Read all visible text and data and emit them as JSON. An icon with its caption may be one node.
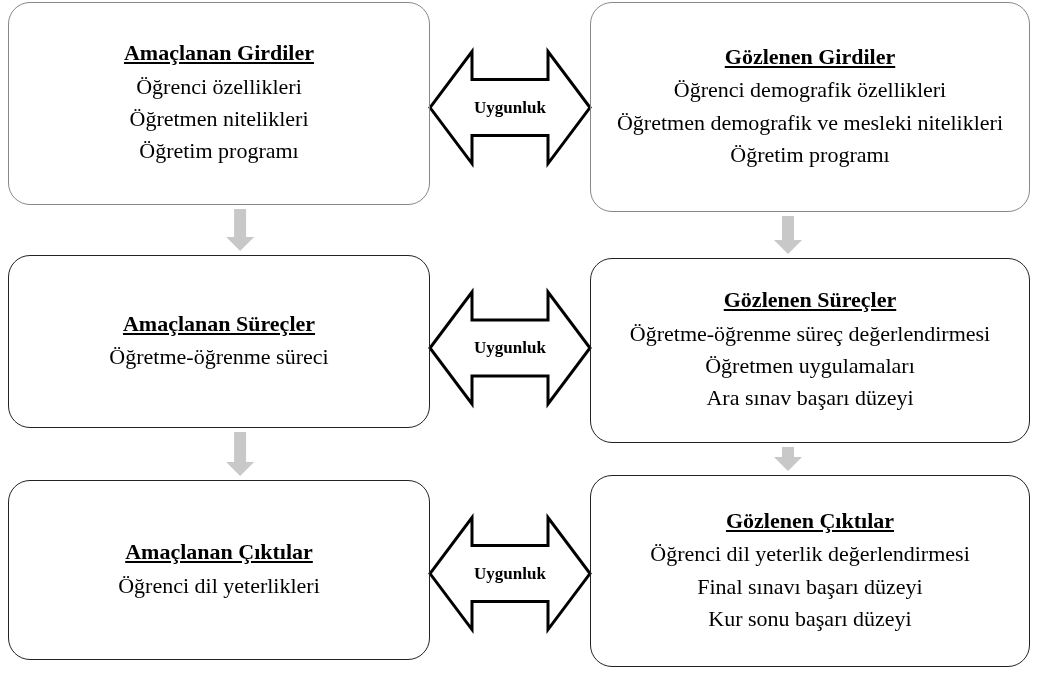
{
  "diagram": {
    "nodes": [
      {
        "text": [
          "Amaçlanan Girdiler",
          "Öğrenci özellikleri",
          "Öğretmen nitelikleri",
          "Öğretim programı"
        ]
      },
      {
        "text": [
          "Gözlenen Girdiler",
          "Öğrenci demografik özellikleri",
          "Öğretmen demografik ve mesleki nitelikleri",
          "Öğretim programı"
        ]
      },
      {
        "text": [
          "Amaçlanan Süreçler",
          "Öğretme-öğrenme süreci"
        ]
      },
      {
        "text": [
          "Gözlenen Süreçler",
          "Öğretme-öğrenme süreç değerlendirmesi",
          "Öğretmen uygulamaları",
          "Ara sınav başarı düzeyi"
        ]
      },
      {
        "text": [
          "Amaçlanan Çıktılar",
          "Öğrenci dil yeterlikleri"
        ]
      },
      {
        "text": [
          "Gözlenen Çıktılar",
          "Öğrenci dil yeterlik değerlendirmesi",
          "Final sınavı başarı düzeyi",
          "Kur sonu başarı düzeyi"
        ]
      }
    ],
    "edges": [
      {
        "from": 0,
        "to": 1,
        "arrow": "both",
        "label": "Uygunluk",
        "style": "thick"
      },
      {
        "from": 0,
        "to": 2,
        "arrow": "to"
      },
      {
        "from": 1,
        "to": 3,
        "arrow": "to"
      },
      {
        "from": 2,
        "to": 3,
        "arrow": "both",
        "label": "Uygunluk",
        "style": "thick"
      },
      {
        "from": 2,
        "to": 4,
        "arrow": "to"
      },
      {
        "from": 3,
        "to": 5,
        "arrow": "to"
      },
      {
        "from": 4,
        "to": 5,
        "arrow": "both",
        "label": "Uygunluk",
        "style": "thick"
      }
    ]
  }
}
